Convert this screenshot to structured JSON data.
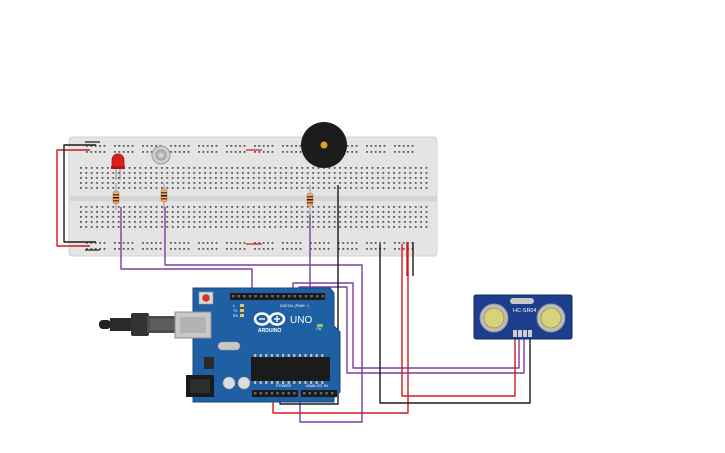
{
  "arduino": {
    "uno_label": "UNO",
    "brand_label": "ARDUINO",
    "digital_label": "DIGITAL (PWM ~)",
    "power_label": "POWER",
    "analog_label": "ANALOG IN",
    "tx_label": "TX",
    "rx_label": "RX",
    "l_label": "L",
    "on_label": "ON"
  },
  "sensor": {
    "model_label": "HC-SR04"
  },
  "colors": {
    "board": "#1f5fa3",
    "breadboard": "#e6e6e6",
    "wire_red": "#d01a1a",
    "wire_black": "#1a1a1a",
    "wire_purple": "#7b3f9e",
    "sensor_board": "#1c3e8c",
    "led": "#d81f1f",
    "buzzer": "#1c1c1c"
  },
  "icons": [
    "infinity-logo-icon",
    "usb-cable-icon",
    "reset-button-icon"
  ]
}
